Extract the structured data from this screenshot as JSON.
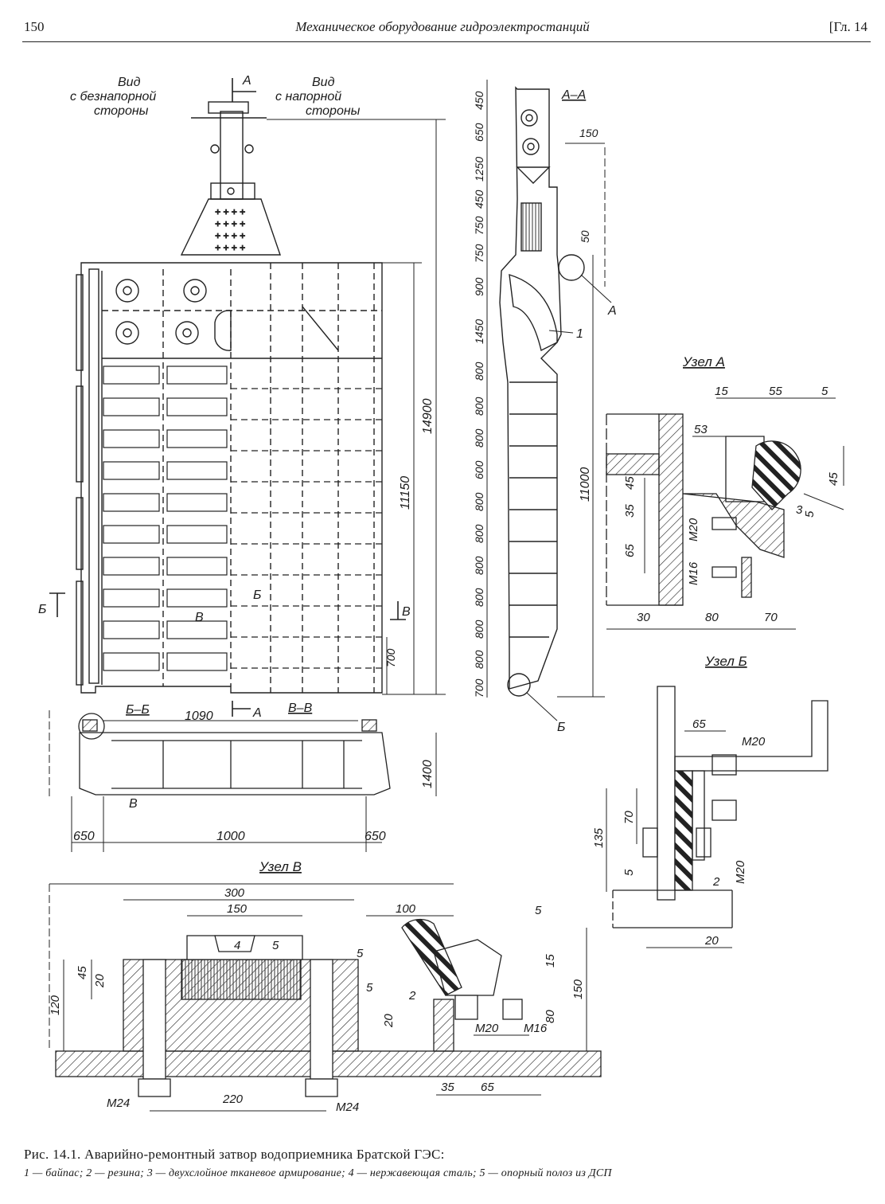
{
  "header": {
    "page_number": "150",
    "running_title": "Механическое оборудование гидроэлектростанций",
    "chapter": "[Гл. 14"
  },
  "figure": {
    "labels": {
      "view_downstream": [
        "Вид",
        "с безнапорной",
        "стороны"
      ],
      "view_upstream": [
        "Вид",
        "с напорной",
        "стороны"
      ],
      "section_aa": "А–А",
      "section_bb": "Б–Б",
      "section_vv": "В–В",
      "node_a": "Узел А",
      "node_b": "Узел Б",
      "node_v": "Узел В",
      "cut_a": "А",
      "cut_b": "Б",
      "cut_v": "В"
    },
    "dims": {
      "main_height": "14900",
      "gate_height": "11150",
      "bottom": "700",
      "aa_total": "11000",
      "aa_steps": [
        "450",
        "650",
        "1250",
        "450",
        "750",
        "750",
        "900",
        "1450",
        "800",
        "800",
        "800",
        "600",
        "800",
        "800",
        "800",
        "800",
        "800",
        "800",
        "700"
      ],
      "aa_150": "150",
      "aa_50": "50",
      "bb_1090": "1090",
      "bb_1000": "1000",
      "bb_650_left": "650",
      "bb_650_right": "650",
      "bb_1400": "1400",
      "na_15": "15",
      "na_55": "55",
      "na_5": "5",
      "na_53": "53",
      "na_45l": "45",
      "na_35": "35",
      "na_65": "65",
      "na_m20": "M20",
      "na_m16": "M16",
      "na_45r": "45",
      "na_5r": "5",
      "na_30": "30",
      "na_80": "80",
      "na_70": "70",
      "nb_65": "65",
      "nb_m20": "M20",
      "nb_70": "70",
      "nb_135": "135",
      "nb_5": "5",
      "nb_m20v": "M20",
      "nb_20": "20",
      "nv_300": "300",
      "nv_150": "150",
      "nv_100": "100",
      "nv_5a": "5",
      "nv_5b": "5",
      "nv_5c": "5",
      "nv_45": "45",
      "nv_20": "20",
      "nv_120": "120",
      "nv_15": "15",
      "nv_150r": "150",
      "nv_20b": "20",
      "nv_80": "80",
      "nv_m20": "M20",
      "nv_m16": "M16",
      "nv_35": "35",
      "nv_65": "65",
      "nv_m24a": "M24",
      "nv_220": "220",
      "nv_m24b": "M24"
    },
    "callouts": {
      "one": "1",
      "two_b": "2",
      "three": "3",
      "four": "4",
      "five": "5",
      "two_v": "2"
    }
  },
  "caption": {
    "title": "Рис. 14.1. Аварийно-ремонтный затвор водоприемника Братской ГЭС:",
    "legend": "1 — байпас; 2 — резина; 3 — двухслойное тканевое армирование; 4 — нержавеющая сталь; 5 — опорный полоз из ДСП"
  }
}
